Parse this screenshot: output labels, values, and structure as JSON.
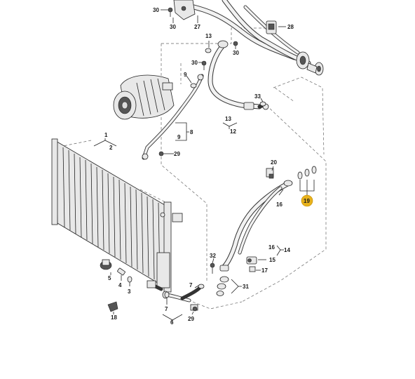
{
  "labels": {
    "n1": "1",
    "n2": "2",
    "n3": "3",
    "n4": "4",
    "n5": "5",
    "n6": "6",
    "n7a": "7",
    "n7b": "7",
    "n8": "8",
    "n9": "9",
    "n12": "12",
    "n13a": "13",
    "n13b": "13",
    "n14": "14",
    "n15": "15",
    "n16a": "16",
    "n16b": "16",
    "n17": "17",
    "n18": "18",
    "n19": "19",
    "n20": "20",
    "n27": "27",
    "n28": "28",
    "n29a": "29",
    "n29b": "29",
    "n30a": "30",
    "n30b": "30",
    "n30c": "30",
    "n30d": "30",
    "n31": "31",
    "n32": "32",
    "n33": "33"
  },
  "highlight": {
    "badge_color": "#e8b21c"
  }
}
